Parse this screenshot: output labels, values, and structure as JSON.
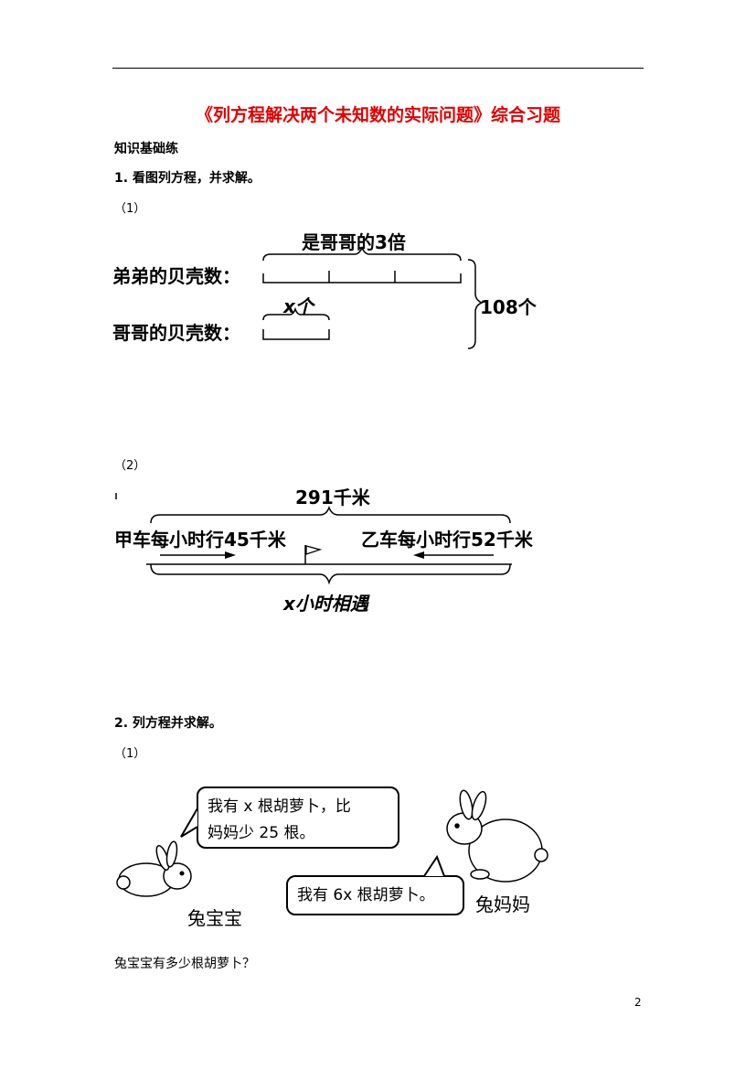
{
  "page": {
    "title": "《列方程解决两个未知数的实际问题》综合习题",
    "page_number": "2"
  },
  "section": {
    "heading": "知识基础练"
  },
  "q1": {
    "heading": "1. 看图列方程，并求解。",
    "part1": {
      "label": "（1）",
      "top_label": "是哥哥的3倍",
      "row1_label": "弟弟的贝壳数：",
      "x_label": "x个",
      "row2_label": "哥哥的贝壳数：",
      "total_label": "108个"
    },
    "part2": {
      "label": "（2）",
      "distance_label": "291千米",
      "car_a_label": "甲车每小时行45千米",
      "car_b_label": "乙车每小时行52千米",
      "meet_label": "x小时相遇"
    }
  },
  "q2": {
    "heading": "2. 列方程并求解。",
    "part1": {
      "label": "（1）",
      "bubble1_line1": "我有 x 根胡萝卜，比",
      "bubble1_line2": "妈妈少 25 根。",
      "bubble2": "我有 6x 根胡萝卜。",
      "baby_label": "兔宝宝",
      "mom_label": "兔妈妈",
      "question": "兔宝宝有多少根胡萝卜？"
    }
  }
}
